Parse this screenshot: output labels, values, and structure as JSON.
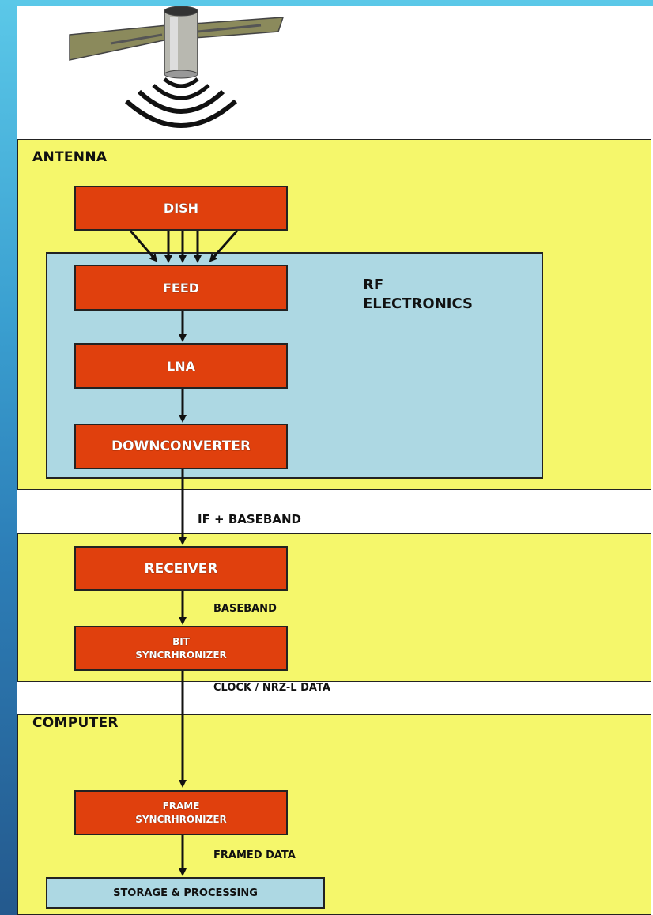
{
  "zones": {
    "antenna": "ANTENNA",
    "computer": "COMPUTER"
  },
  "rf_group": "RF\nELECTRONICS",
  "blocks": {
    "dish": "DISH",
    "feed": "FEED",
    "lna": "LNA",
    "downconverter": "DOWNCONVERTER",
    "receiver": "RECEIVER",
    "bit_sync": "BIT\nSYNCRHRONIZER",
    "frame_sync": "FRAME\nSYNCRHRONIZER",
    "storage": "STORAGE & PROCESSING"
  },
  "links": {
    "if_baseband": "IF + BASEBAND",
    "baseband": "BASEBAND",
    "clock_nrz": "CLOCK / NRZ-L DATA",
    "framed_data": "FRAMED DATA"
  },
  "colors": {
    "zone_fill": "#f5f76b",
    "block_fill": "#e0400d",
    "group_fill": "#add8e3",
    "background": "#3a9fd0"
  },
  "icons": [
    "satellite-icon",
    "radio-waves-icon"
  ]
}
